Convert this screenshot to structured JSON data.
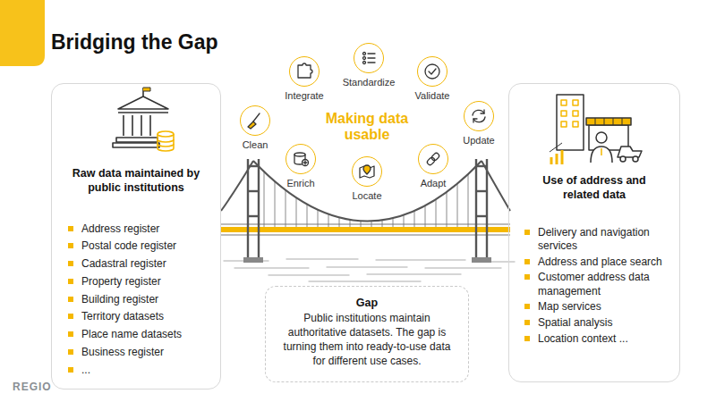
{
  "diagram": {
    "title": "Bridging the Gap",
    "nodes": [
      {
        "text": [
          "Raw data maintained by public institutions",
          "Address register",
          "Postal code register",
          "Cadastral register",
          "Property register",
          "Building register",
          "Territory datasets",
          "Place name datasets",
          "Business register",
          "..."
        ]
      },
      {
        "text": [
          "Clean"
        ]
      },
      {
        "text": [
          "Integrate"
        ]
      },
      {
        "text": [
          "Standardize"
        ]
      },
      {
        "text": [
          "Validate"
        ]
      },
      {
        "text": [
          "Update"
        ]
      },
      {
        "text": [
          "Enrich"
        ]
      },
      {
        "text": [
          "Locate"
        ]
      },
      {
        "text": [
          "Adapt"
        ]
      },
      {
        "text": [
          "Use of address and related data",
          "Delivery and navigation services",
          "Address and place search",
          "Customer address data management",
          "Map services",
          "Spatial analysis",
          "Location context ..."
        ]
      },
      {
        "text": [
          "Gap",
          "Public institutions maintain authoritative datasets. The gap is turning them into ready-to-use data for different use cases."
        ]
      }
    ],
    "labels": [
      "Making data usable",
      "REGIO"
    ]
  }
}
